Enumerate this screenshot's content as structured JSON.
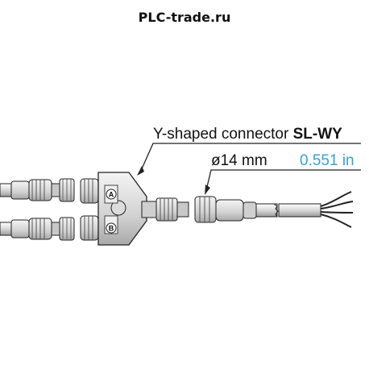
{
  "watermark": "PLC-trade.ru",
  "labels": {
    "connector_prefix": "Y-shaped connector ",
    "connector_model": "SL-WY",
    "diameter_metric": "ø14 mm",
    "diameter_imperial": "0.551 in"
  },
  "ports": {
    "a": "A",
    "b": "B"
  },
  "colors": {
    "accent": "#3aa0d8",
    "line": "#222222",
    "fill": "#e6e6e6",
    "fill_dark": "#bdbdbd"
  }
}
